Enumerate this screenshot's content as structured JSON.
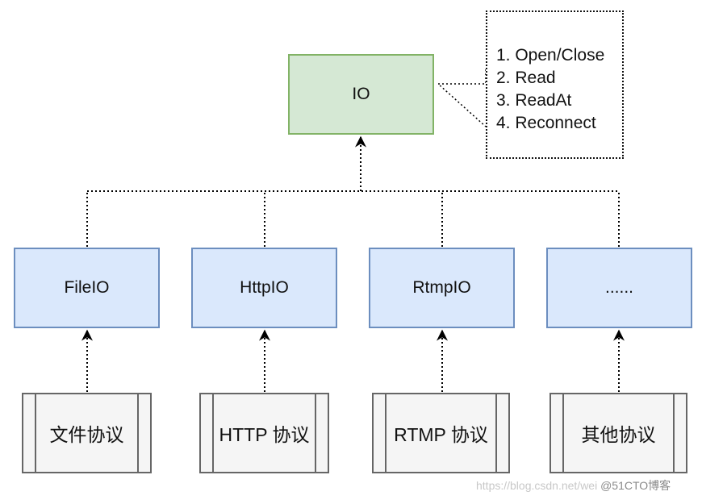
{
  "diagram": {
    "root": {
      "label": "IO"
    },
    "note": {
      "items": [
        "1. Open/Close",
        "2. Read",
        "3. ReadAt",
        "4. Reconnect"
      ]
    },
    "implementations": [
      {
        "label": "FileIO"
      },
      {
        "label": "HttpIO"
      },
      {
        "label": "RtmpIO"
      },
      {
        "label": "......"
      }
    ],
    "protocols": [
      {
        "label": "文件协议"
      },
      {
        "label": "HTTP 协议"
      },
      {
        "label": "RTMP 协议"
      },
      {
        "label": "其他协议"
      }
    ]
  },
  "watermark": {
    "url": "https://blog.csdn.net/wei",
    "brand": "@51CTO博客"
  },
  "colors": {
    "root_fill": "#d5e8d4",
    "root_stroke": "#82b366",
    "impl_fill": "#dae8fc",
    "impl_stroke": "#6c8ebf",
    "protocol_fill": "#f5f5f5",
    "protocol_stroke": "#666666"
  }
}
